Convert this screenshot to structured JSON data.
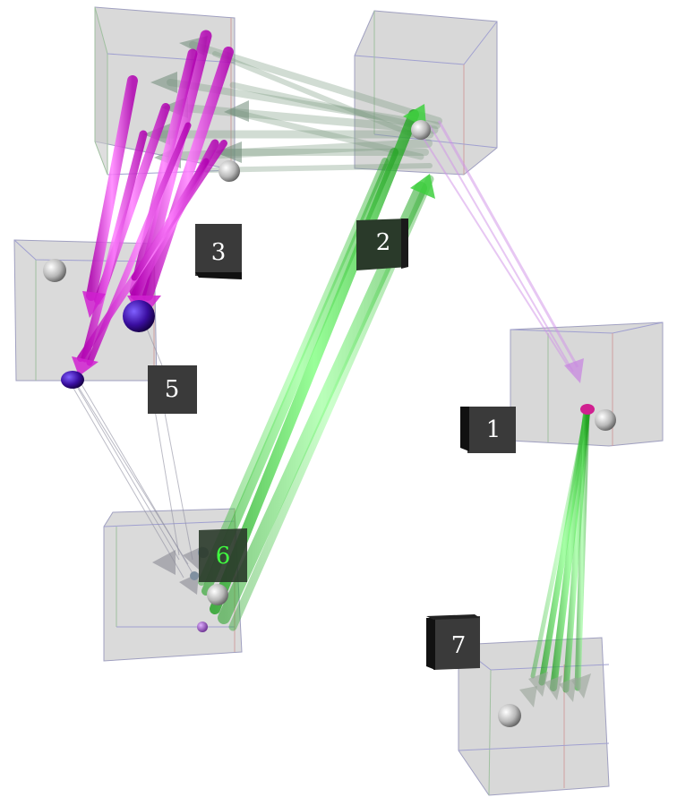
{
  "nodes": [
    {
      "id": "box-top-left",
      "label": ""
    },
    {
      "id": "box-top-middle",
      "label": ""
    },
    {
      "id": "box-left",
      "label": ""
    },
    {
      "id": "box-right",
      "label": ""
    },
    {
      "id": "box-bottom-left",
      "label": ""
    },
    {
      "id": "box-bottom-right",
      "label": ""
    }
  ],
  "markers": [
    {
      "id": "marker-1",
      "label": "1"
    },
    {
      "id": "marker-2",
      "label": "2"
    },
    {
      "id": "marker-3",
      "label": "3"
    },
    {
      "id": "marker-5",
      "label": "5"
    },
    {
      "id": "marker-6",
      "label": "6"
    },
    {
      "id": "marker-7",
      "label": "7"
    }
  ],
  "colors": {
    "box_fill": "#d0d0d0",
    "magenta_arrow": "#e020e0",
    "green_arrow": "#30c030",
    "gray_arrow": "#8aa090",
    "light_purple_arrow": "#d8a0e8",
    "sphere_gray": "#c8c8c8",
    "sphere_purple": "#4010a0",
    "marker_fill": "#3a3a3a",
    "marker_text": "#ffffff",
    "marker6_text": "#40ff40"
  }
}
